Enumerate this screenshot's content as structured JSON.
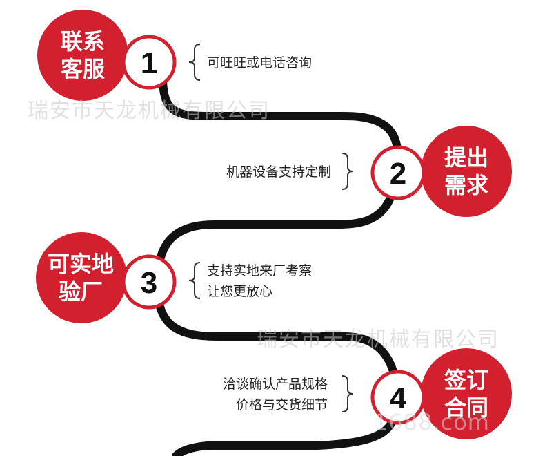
{
  "watermark": {
    "company": "瑞安市天龙机械有限公司",
    "domain_fragment": "1688.com"
  },
  "steps": [
    {
      "number": "1",
      "title_line1": "联系",
      "title_line2": "客服",
      "desc_line1": "可旺旺或电话咨询",
      "desc_line2": ""
    },
    {
      "number": "2",
      "title_line1": "提出",
      "title_line2": "需求",
      "desc_line1": "机器设备支持定制",
      "desc_line2": ""
    },
    {
      "number": "3",
      "title_line1": "可实地",
      "title_line2": "验厂",
      "desc_line1": "支持实地来厂考察",
      "desc_line2": "让您更放心"
    },
    {
      "number": "4",
      "title_line1": "签订",
      "title_line2": "合同",
      "desc_line1": "洽谈确认产品规格",
      "desc_line2": "价格与交货细节"
    }
  ],
  "colors": {
    "accent": "#d2202f",
    "path": "#111111",
    "ring": "#ffffff"
  }
}
